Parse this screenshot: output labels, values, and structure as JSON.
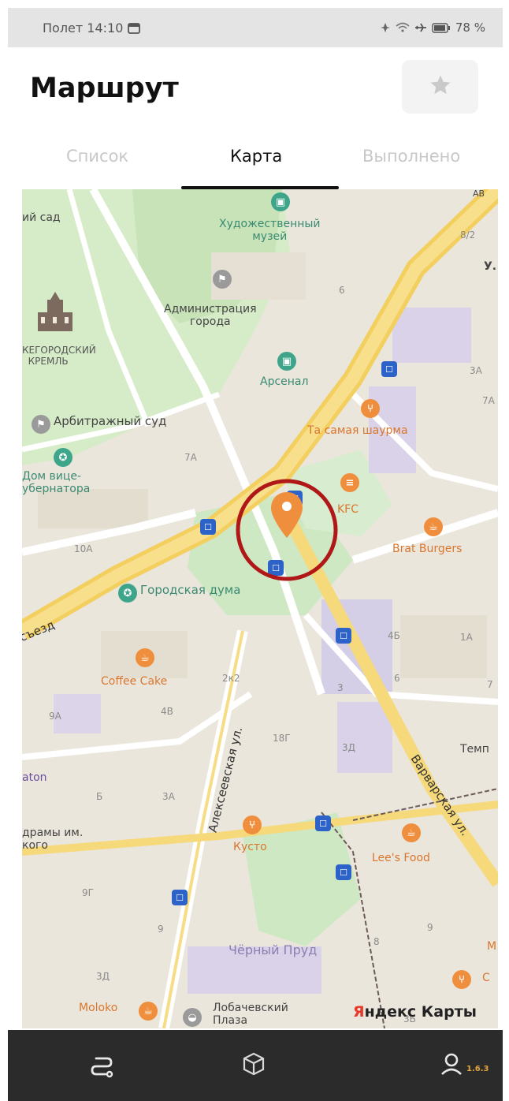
{
  "status_bar": {
    "time": "Полет 14:10",
    "battery": "78 %"
  },
  "header": {
    "title": "Маршрут",
    "favorite_icon": "star-icon"
  },
  "tabs": [
    {
      "label": "Список",
      "active": false
    },
    {
      "label": "Карта",
      "active": true
    },
    {
      "label": "Выполнено",
      "active": false
    }
  ],
  "map": {
    "labels": {
      "sad": "ий сад",
      "khud_1": "Художественный",
      "khud_2": "музей",
      "admin_1": "Администрация",
      "admin_2": "города",
      "kreml_1": "КЕГОРОДСКИЙ",
      "kreml_2": "КРЕМЛЬ",
      "arsenal": "Арсенал",
      "sud": "Арбитражный суд",
      "shaurma": "Та самая шаурма",
      "dom_1": "Дом вице-",
      "dom_2": "убернатора",
      "kfc": "KFC",
      "brat": "Brat Burgers",
      "duma": "Городская дума",
      "sezd": "съезд",
      "coffee": "Coffee Cake",
      "aleks": "Алексеевская ул.",
      "varvar": "Варварская ул.",
      "temp": "Темп",
      "aton": "aton",
      "drama_1": "драмы им.",
      "drama_2": "кого",
      "kusto": "Кусто",
      "lees": "Lee's Food",
      "prud": "Чёрный Пруд",
      "moloko": "Moloko",
      "loba_1": "Лобачевский",
      "loba_2": "Плаза",
      "m_edge": "M",
      "c_edge": "C",
      "u_edge": "У.",
      "av_edge": "АВ"
    },
    "house_numbers": [
      "8/2",
      "6",
      "3А",
      "7А",
      "7А",
      "10А",
      "4Б",
      "1А",
      "2к2",
      "3",
      "6",
      "9А",
      "4В",
      "18Г",
      "3Д",
      "Б",
      "3А",
      "9Г",
      "9",
      "8",
      "9",
      "3Д",
      "3Б",
      "7"
    ],
    "brand_left": "Я",
    "brand_right": "ндекс Карты"
  },
  "bottom_nav": {
    "route_icon": "route-icon",
    "box_icon": "package-icon",
    "profile_icon": "profile-icon",
    "version": "1.6.3"
  },
  "colors": {
    "marker": "#ef8f3d",
    "highlight_circle": "#b01818",
    "major_road": "#f6d97a",
    "park": "#cfe8c4"
  }
}
